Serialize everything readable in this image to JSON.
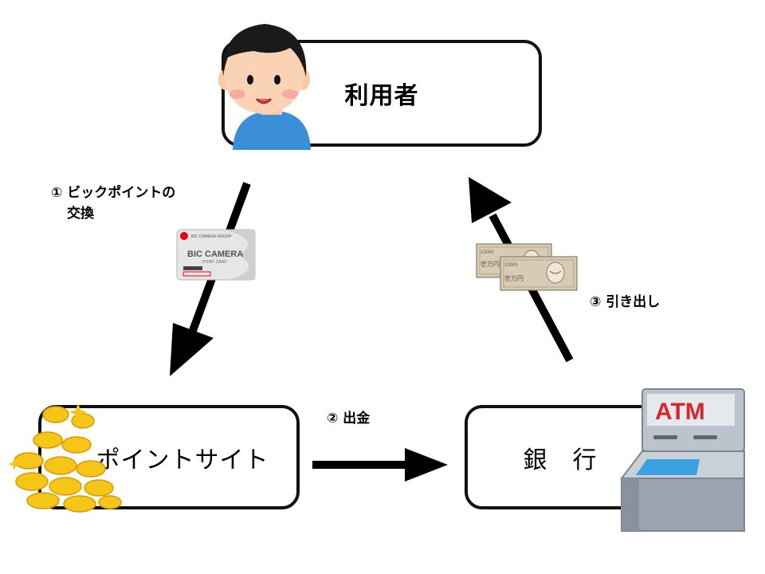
{
  "nodes": {
    "user": {
      "label": "利用者"
    },
    "point_site": {
      "label": "ポイントサイト"
    },
    "bank": {
      "label": "銀　行"
    }
  },
  "steps": {
    "step1": {
      "line1": "① ビックポイントの",
      "line2": "交換"
    },
    "step2": {
      "label": "② 出金"
    },
    "step3": {
      "label": "③ 引き出し"
    }
  },
  "illustrations": {
    "card": {
      "brand": "BIC CAMERA",
      "subtitle": "POINT CARD",
      "group": "BIC CAMERA GROUP"
    },
    "banknote": {
      "value": "10000",
      "denomination": "壱万円"
    },
    "atm": {
      "label": "ATM"
    }
  },
  "colors": {
    "card_logo_red": "#e60012",
    "banknote_tan": "#d8cbb6",
    "atm_label_red": "#d9252f",
    "atm_body_gray": "#9aa5b1",
    "atm_screen_blue": "#3aa0e0",
    "shirt_blue": "#3a8fd6",
    "coin_gold": "#f5c518"
  }
}
